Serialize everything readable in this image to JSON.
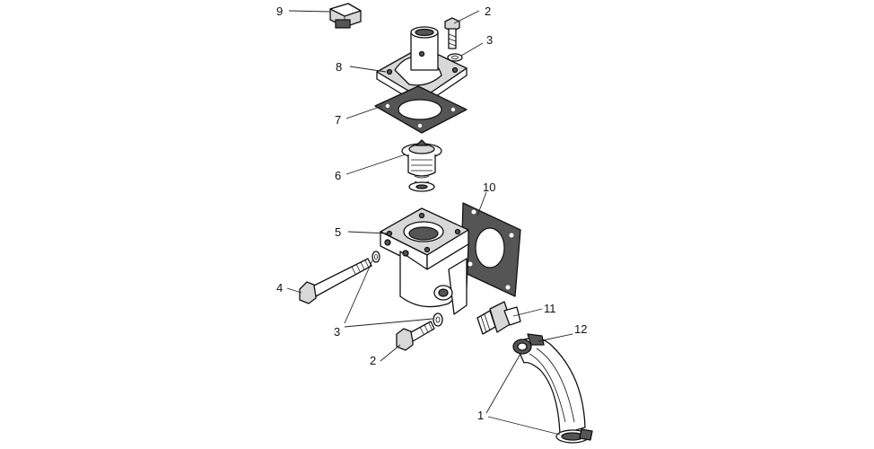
{
  "callouts": {
    "c1": "1",
    "c2a": "2",
    "c2b": "2",
    "c3a": "3",
    "c3b": "3",
    "c4": "4",
    "c5": "5",
    "c6": "6",
    "c7": "7",
    "c8": "8",
    "c9": "9",
    "c10": "10",
    "c11": "11",
    "c12": "12"
  }
}
